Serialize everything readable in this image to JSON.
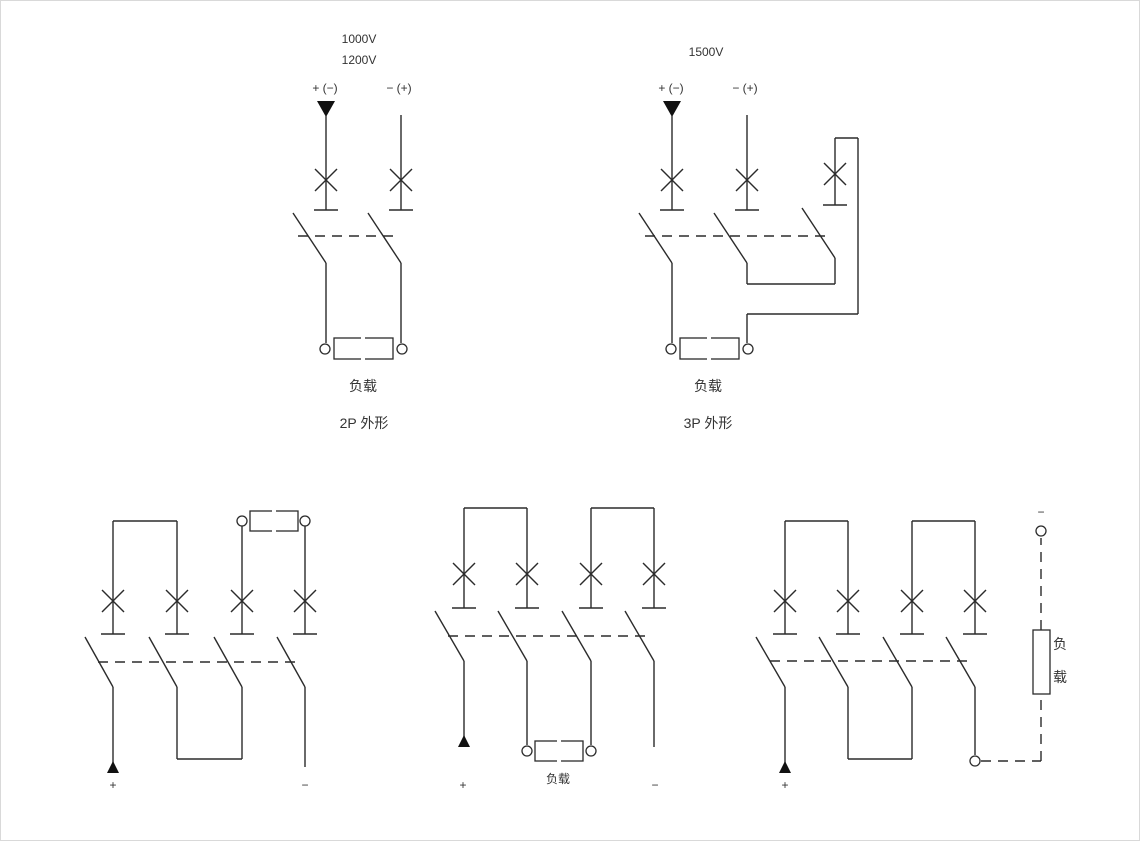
{
  "diagram_2p": {
    "voltage_1": "1000V",
    "voltage_2": "1200V",
    "terminal_left": "+ (−)",
    "terminal_right": "− (+)",
    "load_label": "负载",
    "caption": "2P 外形"
  },
  "diagram_3p": {
    "voltage": "1500V",
    "terminal_left": "+ (−)",
    "terminal_right": "− (+)",
    "load_label": "负载",
    "caption": "3P 外形"
  },
  "diagram_4p_a": {
    "plus": "+",
    "minus": "−"
  },
  "diagram_4p_b": {
    "plus": "+",
    "minus": "−",
    "load_label": "负载"
  },
  "diagram_4p_c": {
    "plus": "+",
    "minus": "−",
    "load_char_1": "负",
    "load_char_2": "载"
  }
}
